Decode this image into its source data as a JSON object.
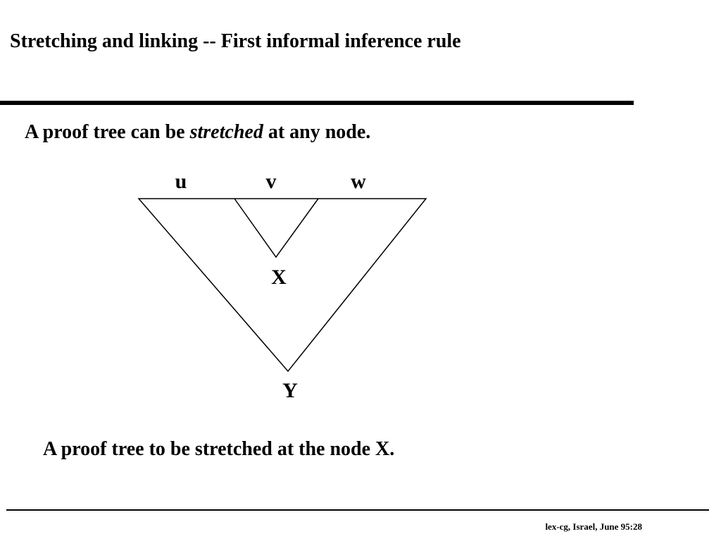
{
  "slide": {
    "title": "Stretching and linking -- First informal inference rule",
    "statement_before": "A proof tree can be ",
    "statement_emphasis": "stretched",
    "statement_after": " at any node.",
    "caption": "A proof tree to be stretched at the node X.",
    "footer": "lex-cg, Israel, June 95:28"
  },
  "diagram": {
    "leaf_labels": [
      "u",
      "v",
      "w"
    ],
    "inner_node_label": "X",
    "root_label": "Y"
  }
}
